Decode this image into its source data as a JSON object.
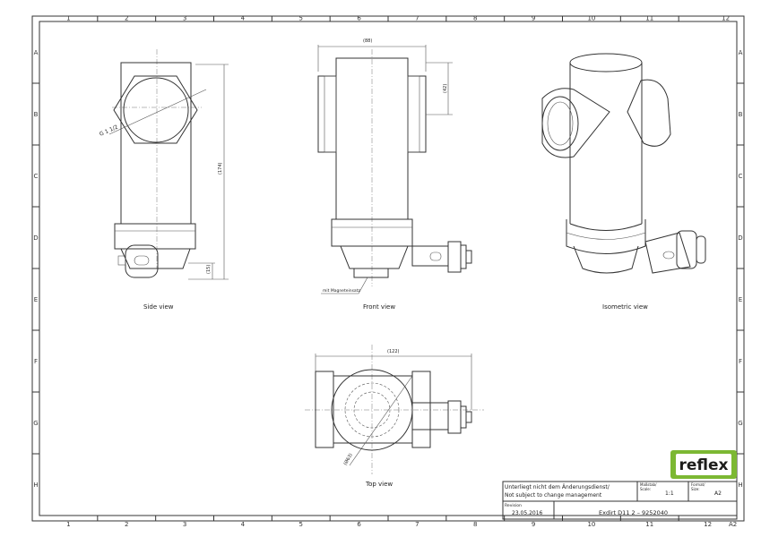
{
  "frame": {
    "columns": [
      "1",
      "2",
      "3",
      "4",
      "5",
      "6",
      "7",
      "8",
      "9",
      "10",
      "11",
      "12"
    ],
    "rows": [
      "A",
      "B",
      "C",
      "D",
      "E",
      "F",
      "G",
      "H"
    ]
  },
  "views": {
    "side": "Side view",
    "front": "Front view",
    "isometric": "Isometric view",
    "top": "Top view"
  },
  "dimensions": {
    "thread": "G 1 1/2",
    "side_height": "(174)",
    "side_bottom": "(15)",
    "front_width": "(88)",
    "front_right": "(42)",
    "magnet": "mit Magneteinsatz",
    "top_width": "(122)",
    "top_dia": "(Ø63)"
  },
  "title_block": {
    "notice_de": "Unterliegt nicht dem Änderungsdienst/",
    "notice_en": "Not subject to change management",
    "scale_label_de": "Maßstab/",
    "scale_label_en": "Scale:",
    "scale_value": "1:1",
    "format_label_de": "Format/",
    "format_label_en": "Size:",
    "format_value": "A2",
    "revision_label": "Revision",
    "revision_date": "23.05.2016",
    "drawing_id": "Exdirt D11 2  –  9252040",
    "corner_code": "A2"
  },
  "logo": {
    "text": "reflex",
    "color": "#7cb833"
  }
}
